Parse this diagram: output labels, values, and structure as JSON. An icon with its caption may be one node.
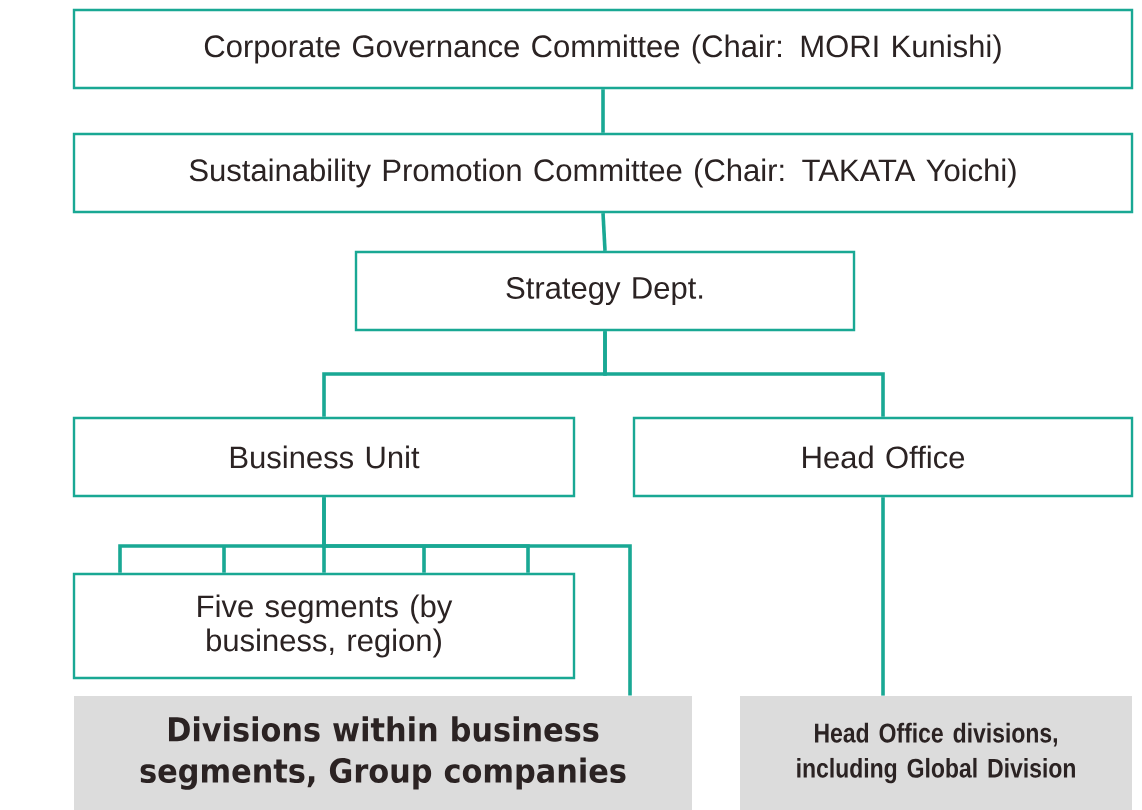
{
  "diagram": {
    "nodes": [
      {
        "text": [
          "Corporate Governance Committee (Chair: MORI Kunishi)"
        ]
      },
      {
        "text": [
          "Sustainability Promotion Committee (Chair: TAKATA Yoichi)"
        ]
      },
      {
        "text": [
          "Strategy Dept."
        ]
      },
      {
        "text": [
          "Business Unit"
        ]
      },
      {
        "text": [
          "Head Office"
        ]
      },
      {
        "text": [
          "Five segments (by business, region)"
        ]
      },
      {
        "text": [
          "Divisions within business segments, Group companies"
        ]
      },
      {
        "text": [
          "Head Office divisions, including Global Division"
        ]
      }
    ],
    "edges": [
      {
        "from": 0,
        "to": 1,
        "arrow": "none"
      },
      {
        "from": 1,
        "to": 2,
        "arrow": "none"
      },
      {
        "from": 2,
        "to": 3,
        "arrow": "none"
      },
      {
        "from": 2,
        "to": 4,
        "arrow": "none"
      },
      {
        "from": 3,
        "to": 5,
        "arrow": "none"
      },
      {
        "from": 3,
        "to": 6,
        "arrow": "none"
      },
      {
        "from": 4,
        "to": 7,
        "arrow": "none"
      }
    ]
  }
}
